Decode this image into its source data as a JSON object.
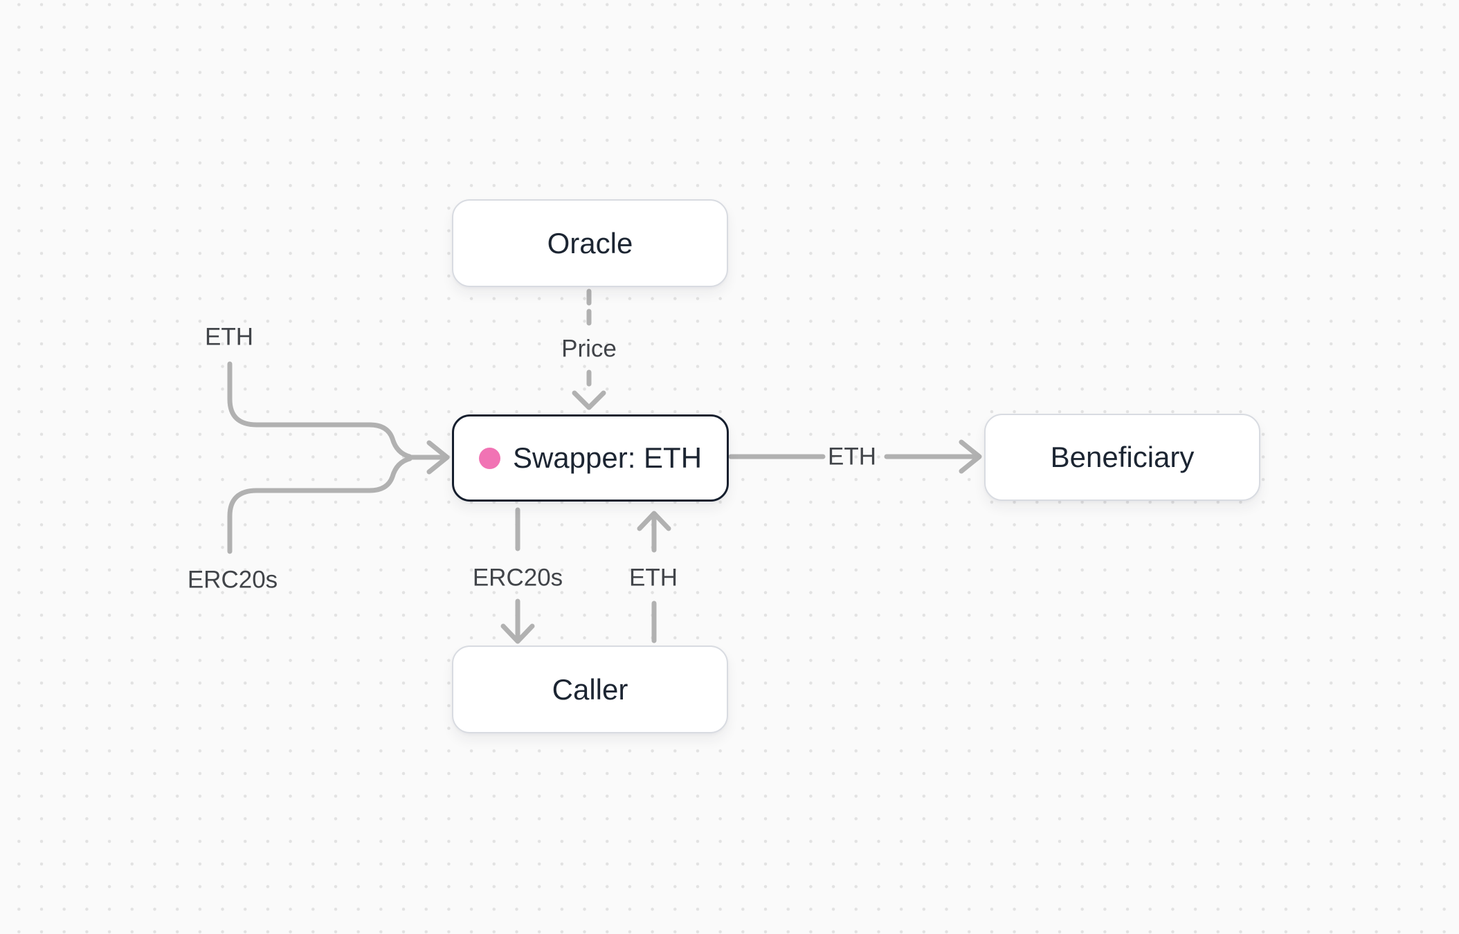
{
  "diagram": {
    "nodes": [
      {
        "id": "oracle",
        "label": "Oracle"
      },
      {
        "id": "swapper",
        "label": "Swapper: ETH",
        "selected": true,
        "status_dot_color": "#f173b4"
      },
      {
        "id": "beneficiary",
        "label": "Beneficiary"
      },
      {
        "id": "caller",
        "label": "Caller"
      }
    ],
    "edges": [
      {
        "id": "eth-input",
        "label": "ETH",
        "to": "Swapper: ETH",
        "style": "solid",
        "note": "left input, merges into Swapper"
      },
      {
        "id": "erc20s-input",
        "label": "ERC20s",
        "to": "Swapper: ETH",
        "style": "solid",
        "note": "left input, merges into Swapper"
      },
      {
        "id": "oracle-to-swapper",
        "label": "Price",
        "from": "Oracle",
        "to": "Swapper: ETH",
        "style": "dashed"
      },
      {
        "id": "swapper-to-beneficiary",
        "label": "ETH",
        "from": "Swapper: ETH",
        "to": "Beneficiary",
        "style": "solid"
      },
      {
        "id": "swapper-to-caller",
        "label": "ERC20s",
        "from": "Swapper: ETH",
        "to": "Caller",
        "style": "solid"
      },
      {
        "id": "caller-to-swapper",
        "label": "ETH",
        "from": "Caller",
        "to": "Swapper: ETH",
        "style": "solid"
      }
    ],
    "colors": {
      "background": "#fafafa",
      "grid_dot": "#e2e2e2",
      "edge_stroke": "#b1b1b1",
      "node_border": "#d8dbe1",
      "node_border_selected": "#161f2e",
      "node_text": "#1c2532",
      "edge_label_text": "#414449",
      "accent_pink": "#f173b4"
    }
  }
}
